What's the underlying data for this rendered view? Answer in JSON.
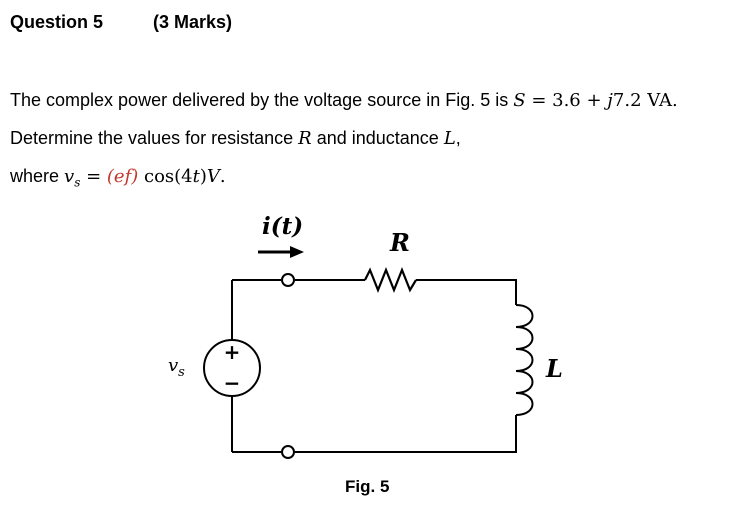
{
  "header": {
    "question": "Question 5",
    "marks": "(3 Marks)"
  },
  "problem": {
    "line1": {
      "text": "The complex power delivered by the voltage source in Fig. 5 is ",
      "S_symbol": "S",
      "equals": " = 3.6 + ",
      "j": "j",
      "rest": "7.2 VA."
    },
    "line2": {
      "text_a": "Determine the values for resistance ",
      "R": "R",
      "text_b": " and inductance ",
      "L": "L",
      "text_c": ","
    },
    "line3": {
      "text_a": "where ",
      "vs": "v",
      "vs_sub": "s",
      "equals": " = ",
      "ef": "(ef)",
      "cos": " cos(4",
      "t": "t",
      "close": ")",
      "V": "V",
      "period": "."
    }
  },
  "figure": {
    "current_label": "i(t)",
    "resistor_label": "R",
    "inductor_label": "L",
    "source_label": "v",
    "source_label_sub": "s",
    "plus": "+",
    "minus": "−",
    "caption": "Fig. 5"
  }
}
